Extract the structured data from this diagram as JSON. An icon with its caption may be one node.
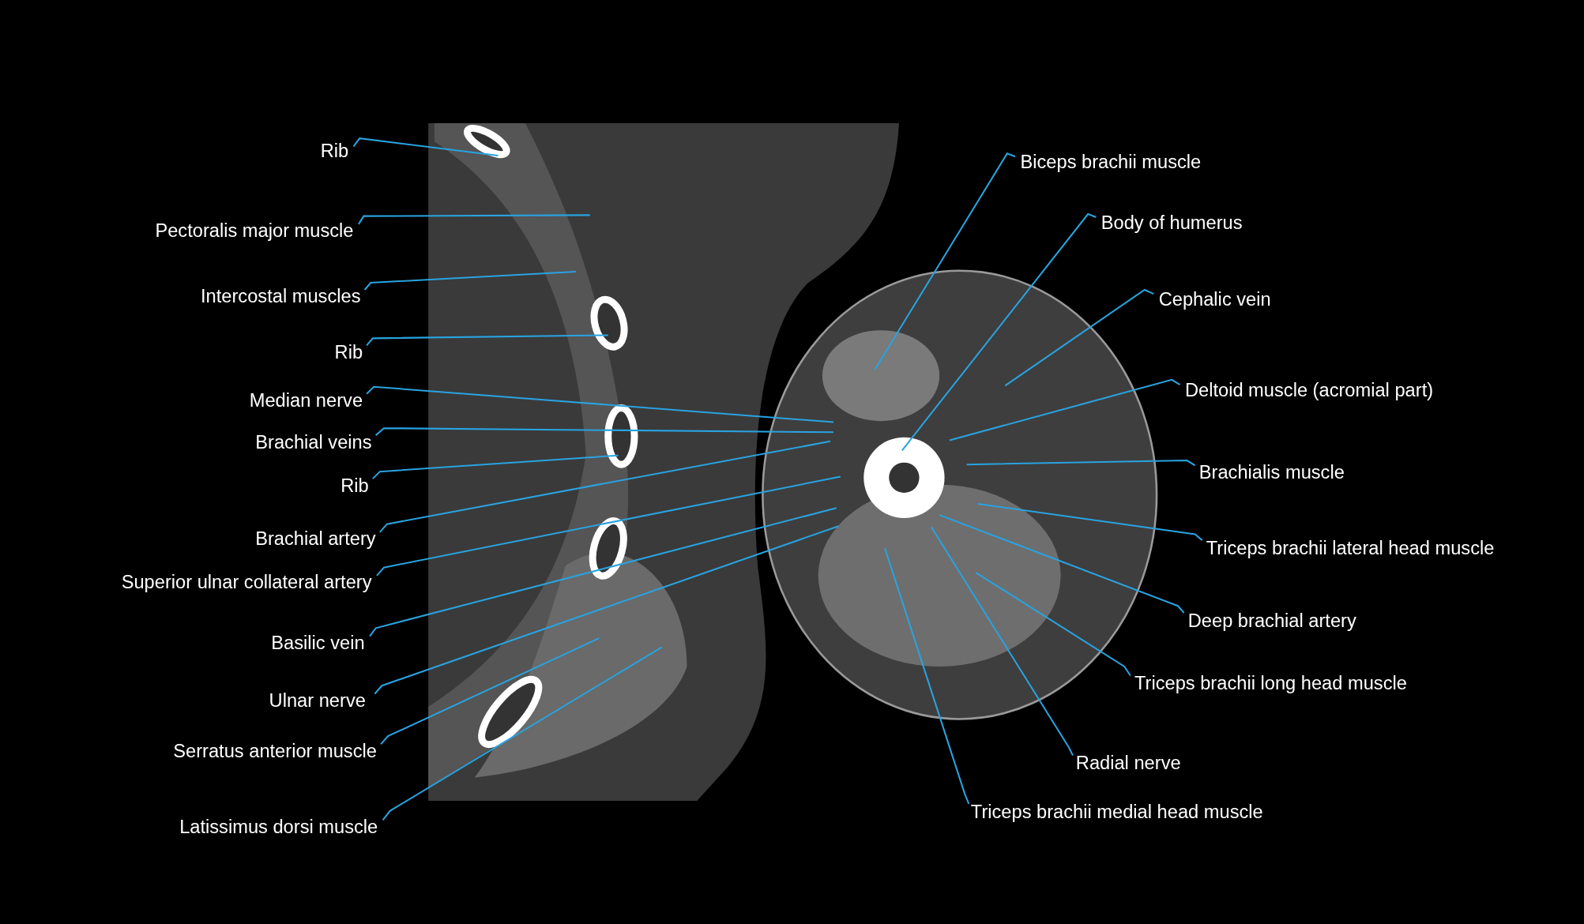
{
  "diagram": {
    "nodes": [
      {
        "text": [
          "Rib"
        ]
      },
      {
        "text": [
          "Pectoralis major muscle"
        ]
      },
      {
        "text": [
          "Intercostal muscles"
        ]
      },
      {
        "text": [
          "Rib"
        ]
      },
      {
        "text": [
          "Median nerve"
        ]
      },
      {
        "text": [
          "Brachial veins"
        ]
      },
      {
        "text": [
          "Rib"
        ]
      },
      {
        "text": [
          "Brachial artery"
        ]
      },
      {
        "text": [
          "Superior ulnar collateral artery"
        ]
      },
      {
        "text": [
          "Basilic vein"
        ]
      },
      {
        "text": [
          "Ulnar nerve"
        ]
      },
      {
        "text": [
          "Serratus anterior muscle"
        ]
      },
      {
        "text": [
          "Latissimus dorsi muscle"
        ]
      },
      {
        "text": [
          "Biceps brachii muscle"
        ]
      },
      {
        "text": [
          "Body of humerus"
        ]
      },
      {
        "text": [
          "Cephalic vein"
        ]
      },
      {
        "text": [
          "Deltoid muscle (acromial part)"
        ]
      },
      {
        "text": [
          "Brachialis muscle"
        ]
      },
      {
        "text": [
          "Triceps brachii lateral head muscle"
        ]
      },
      {
        "text": [
          "Deep brachial artery"
        ]
      },
      {
        "text": [
          "Triceps brachii long head muscle"
        ]
      },
      {
        "text": [
          "Radial nerve"
        ]
      },
      {
        "text": [
          "Triceps brachii medial head muscle"
        ]
      }
    ],
    "edges": [
      {
        "from": 0,
        "to": null,
        "arrow": "none"
      },
      {
        "from": 1,
        "to": null,
        "arrow": "none"
      },
      {
        "from": 2,
        "to": null,
        "arrow": "none"
      },
      {
        "from": 3,
        "to": null,
        "arrow": "none"
      },
      {
        "from": 4,
        "to": null,
        "arrow": "none"
      },
      {
        "from": 5,
        "to": null,
        "arrow": "none"
      },
      {
        "from": 6,
        "to": null,
        "arrow": "none"
      },
      {
        "from": 7,
        "to": null,
        "arrow": "none"
      },
      {
        "from": 8,
        "to": null,
        "arrow": "none"
      },
      {
        "from": 9,
        "to": null,
        "arrow": "none"
      },
      {
        "from": 10,
        "to": null,
        "arrow": "none"
      },
      {
        "from": 11,
        "to": null,
        "arrow": "none"
      },
      {
        "from": 12,
        "to": null,
        "arrow": "none"
      },
      {
        "from": 13,
        "to": null,
        "arrow": "none"
      },
      {
        "from": 14,
        "to": null,
        "arrow": "none"
      },
      {
        "from": 15,
        "to": null,
        "arrow": "none"
      },
      {
        "from": 16,
        "to": null,
        "arrow": "none"
      },
      {
        "from": 17,
        "to": null,
        "arrow": "none"
      },
      {
        "from": 18,
        "to": null,
        "arrow": "none"
      },
      {
        "from": 19,
        "to": null,
        "arrow": "none"
      },
      {
        "from": 20,
        "to": null,
        "arrow": "none"
      },
      {
        "from": 21,
        "to": null,
        "arrow": "none"
      },
      {
        "from": 22,
        "to": null,
        "arrow": "none"
      }
    ]
  }
}
